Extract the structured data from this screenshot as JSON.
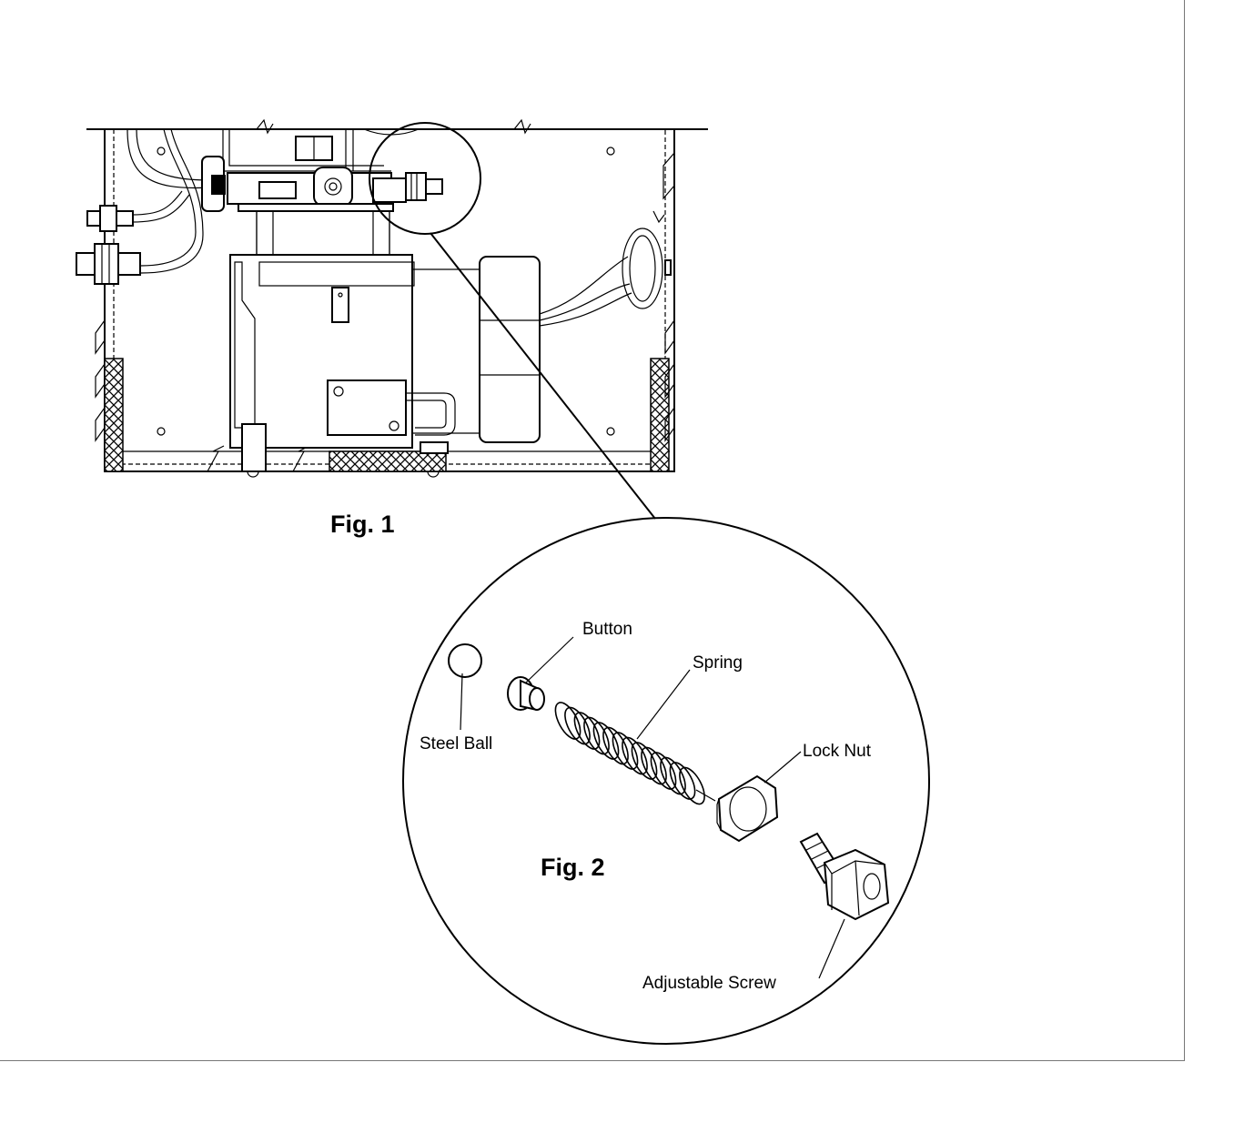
{
  "figures": {
    "fig1": {
      "title": "Fig. 1"
    },
    "fig2": {
      "title": "Fig. 2"
    }
  },
  "callouts": {
    "button": "Button",
    "spring": "Spring",
    "steel_ball": "Steel Ball",
    "lock_nut": "Lock Nut",
    "adjustable_screw": "Adjustable Screw"
  }
}
